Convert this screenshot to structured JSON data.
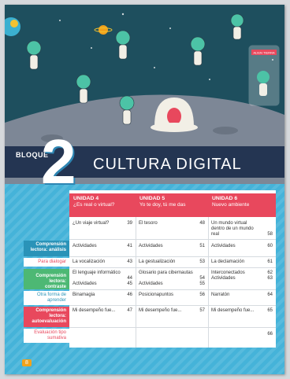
{
  "block": {
    "label": "BLOQUE",
    "number": "2",
    "title": "CULTURA DIGITAL"
  },
  "screen_badge": "ALIEN TIERRA",
  "units": [
    {
      "title": "UNIDAD 4",
      "subtitle": "¿Es real o virtual?"
    },
    {
      "title": "UNIDAD 5",
      "subtitle": "Yo te doy, tú me das"
    },
    {
      "title": "UNIDAD 6",
      "subtitle": "Nuevo ambiente"
    }
  ],
  "rows": [
    {
      "label": "",
      "style": "none",
      "cells": [
        {
          "text": "¿Un viaje virtual?",
          "page": "39"
        },
        {
          "text": "El tesoro",
          "page": "48"
        },
        {
          "text": "Un mundo virtual dentro de un mundo real",
          "page": "58"
        }
      ]
    },
    {
      "label": "Comprensión lectora: análisis",
      "style": "teal",
      "cells": [
        {
          "text": "Actividades",
          "page": "41"
        },
        {
          "text": "Actividades",
          "page": "51"
        },
        {
          "text": "Actividades",
          "page": "60"
        }
      ]
    },
    {
      "label": "Para dialogar",
      "style": "plain",
      "cells": [
        {
          "text": "La vocalización",
          "page": "43"
        },
        {
          "text": "La gestualización",
          "page": "53"
        },
        {
          "text": "La declamación",
          "page": "61"
        }
      ]
    },
    {
      "label": "Comprensión lectora: contraste",
      "style": "green",
      "cells": [
        {
          "text": "El lenguaje informático",
          "page": "44"
        },
        {
          "text": "Glosario para cibernautas",
          "page": "54"
        },
        {
          "text": "Interconectados",
          "page": "62"
        }
      ],
      "cells2": [
        {
          "text": "Actividades",
          "page": "45"
        },
        {
          "text": "Actividades",
          "page": "55"
        },
        {
          "text": "Actividades",
          "page": "63"
        }
      ]
    },
    {
      "label": "Otra forma de aprender",
      "style": "plainblue",
      "cells": [
        {
          "text": "Binamagia",
          "page": "46"
        },
        {
          "text": "Posicionapuntos",
          "page": "56"
        },
        {
          "text": "Narratón",
          "page": "64"
        }
      ]
    },
    {
      "label": "Comprensión lectora: autoevaluación",
      "style": "red",
      "cells": [
        {
          "text": "Mi desempeño fue...",
          "page": "47"
        },
        {
          "text": "Mi desempeño fue...",
          "page": "57"
        },
        {
          "text": "Mi desempeño fue...",
          "page": "65"
        }
      ]
    },
    {
      "label": "Evaluación tipo sumativa",
      "style": "plain",
      "cells": [
        {
          "text": "",
          "page": ""
        },
        {
          "text": "",
          "page": ""
        },
        {
          "text": "",
          "page": "66"
        }
      ]
    }
  ],
  "page_number": "8",
  "colors": {
    "sky": "#1e4f5e",
    "moon": "#7d8796",
    "accent": "#e8485d",
    "panel": "#243552",
    "page_bg": "#45b3d9"
  }
}
